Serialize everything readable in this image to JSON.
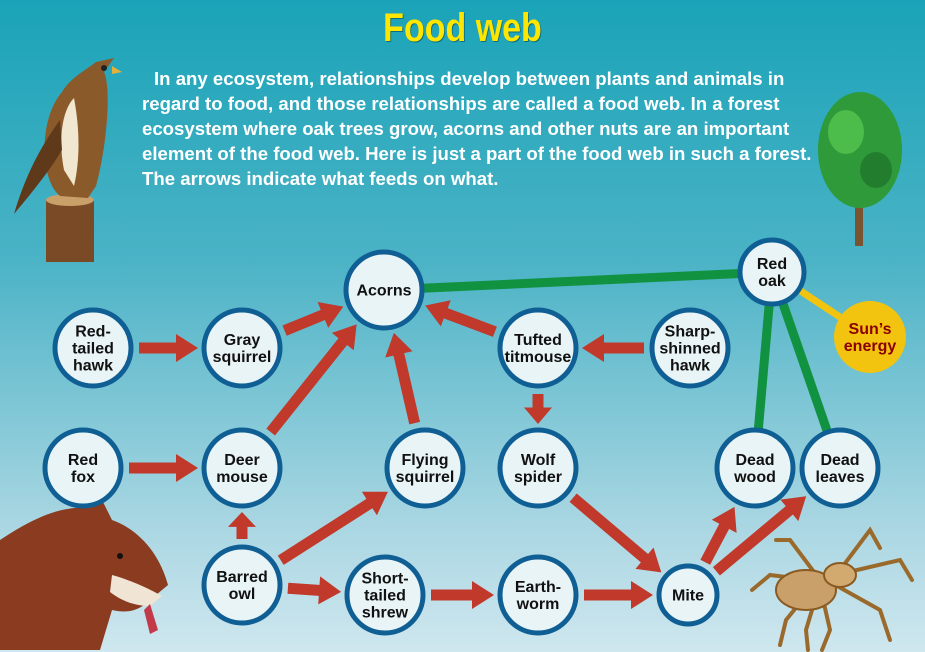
{
  "title": "Food web",
  "intro": "In any ecosystem, relationships develop between plants and animals in regard to food, and those relationships are called a food web. In a forest ecosystem where oak trees grow, acorns and other nuts are an important element of the food web. Here is just a part of the food web in such a forest. The arrows indicate what feeds on what.",
  "colors": {
    "node_fill": "#e9f4f6",
    "node_stroke": "#0f5f95",
    "arrow": "#c0392b",
    "green_link": "#119241",
    "sun_fill": "#f2c40f",
    "sun_link": "#f2c40f"
  },
  "nodes": {
    "red_tailed_hawk": [
      "Red-",
      "tailed",
      "hawk"
    ],
    "gray_squirrel": [
      "Gray",
      "squirrel"
    ],
    "acorns": [
      "Acorns"
    ],
    "tufted_titmouse": [
      "Tufted",
      "titmouse"
    ],
    "sharp_shinned_hawk": [
      "Sharp-",
      "shinned",
      "hawk"
    ],
    "red_oak": [
      "Red",
      "oak"
    ],
    "suns_energy": [
      "Sun’s",
      "energy"
    ],
    "red_fox": [
      "Red",
      "fox"
    ],
    "deer_mouse": [
      "Deer",
      "mouse"
    ],
    "flying_squirrel": [
      "Flying",
      "squirrel"
    ],
    "wolf_spider": [
      "Wolf",
      "spider"
    ],
    "dead_wood": [
      "Dead",
      "wood"
    ],
    "dead_leaves": [
      "Dead",
      "leaves"
    ],
    "barred_owl": [
      "Barred",
      "owl"
    ],
    "short_tailed_shrew": [
      "Short-",
      "tailed",
      "shrew"
    ],
    "earthworm": [
      "Earth-",
      "worm"
    ],
    "mite": [
      "Mite"
    ]
  },
  "illustrations": {
    "hawk": "hawk-illustration",
    "tree": "tree-illustration",
    "fox": "fox-illustration",
    "spider": "spider-illustration"
  }
}
